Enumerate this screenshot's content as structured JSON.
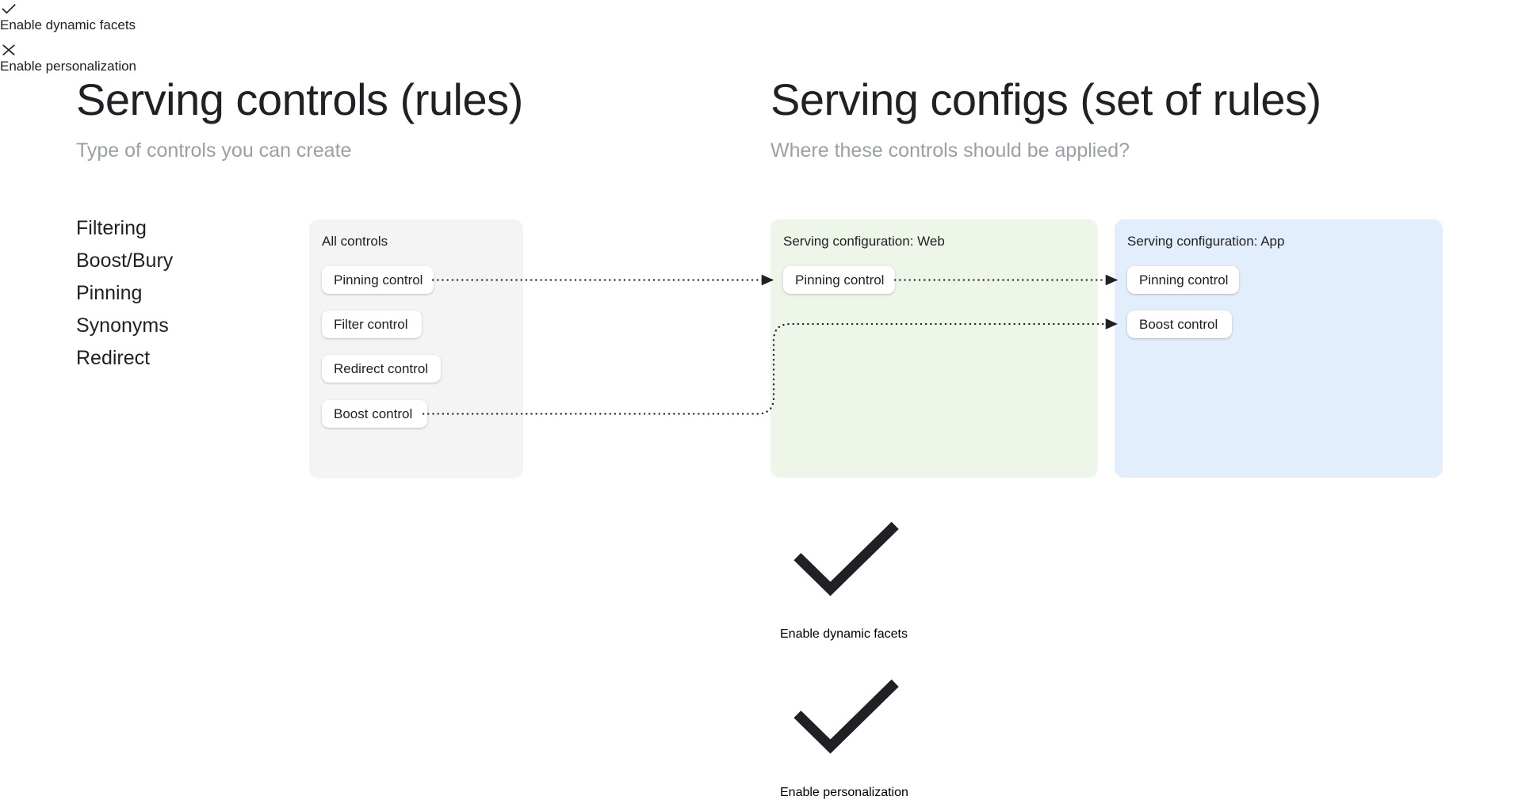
{
  "columns": {
    "left": {
      "title": "Serving controls (rules)",
      "subtitle": "Type of controls you can create",
      "control_types": [
        "Filtering",
        "Boost/Bury",
        "Pinning",
        "Synonyms",
        "Redirect"
      ]
    },
    "right": {
      "title": "Serving configs (set of rules)",
      "subtitle": "Where these controls should be applied?"
    }
  },
  "cards": {
    "all_controls": {
      "title": "All controls",
      "background_color": "#f4f4f4",
      "chips": [
        {
          "label": "Pinning control"
        },
        {
          "label": "Filter control"
        },
        {
          "label": "Redirect control"
        },
        {
          "label": "Boost control"
        }
      ]
    },
    "serving_config_web": {
      "title": "Serving configuration: Web",
      "background_color": "#eef5e9",
      "chips": [
        {
          "label": "Pinning control"
        }
      ],
      "features": [
        {
          "icon": "check-icon",
          "label": "Enable dynamic facets",
          "enabled": true
        },
        {
          "icon": "check-icon",
          "label": "Enable personalization",
          "enabled": true
        }
      ]
    },
    "serving_config_app": {
      "title": "Serving configuration: App",
      "background_color": "#e2eefb",
      "chips": [
        {
          "label": "Pinning control"
        },
        {
          "label": "Boost control"
        }
      ],
      "features": [
        {
          "icon": "check-icon",
          "label": "Enable dynamic facets",
          "enabled": true
        },
        {
          "icon": "close-icon",
          "label": "Enable personalization",
          "enabled": false
        }
      ]
    }
  },
  "connectors": [
    {
      "name": "all-pinning-to-web-pinning",
      "from": "All controls / Pinning control",
      "to": "Serving configuration: Web / Pinning control",
      "style": "dotted-arrow"
    },
    {
      "name": "web-pinning-to-app-pinning",
      "from": "Serving configuration: Web / Pinning control",
      "to": "Serving configuration: App / Pinning control",
      "style": "dotted-arrow"
    },
    {
      "name": "all-boost-to-app-boost",
      "from": "All controls / Boost control",
      "to": "Serving configuration: App / Boost control",
      "style": "dotted-arrow-elbow"
    }
  ],
  "colors": {
    "text_primary": "#202124",
    "text_muted": "#9aa0a6",
    "connector": "#202124"
  }
}
